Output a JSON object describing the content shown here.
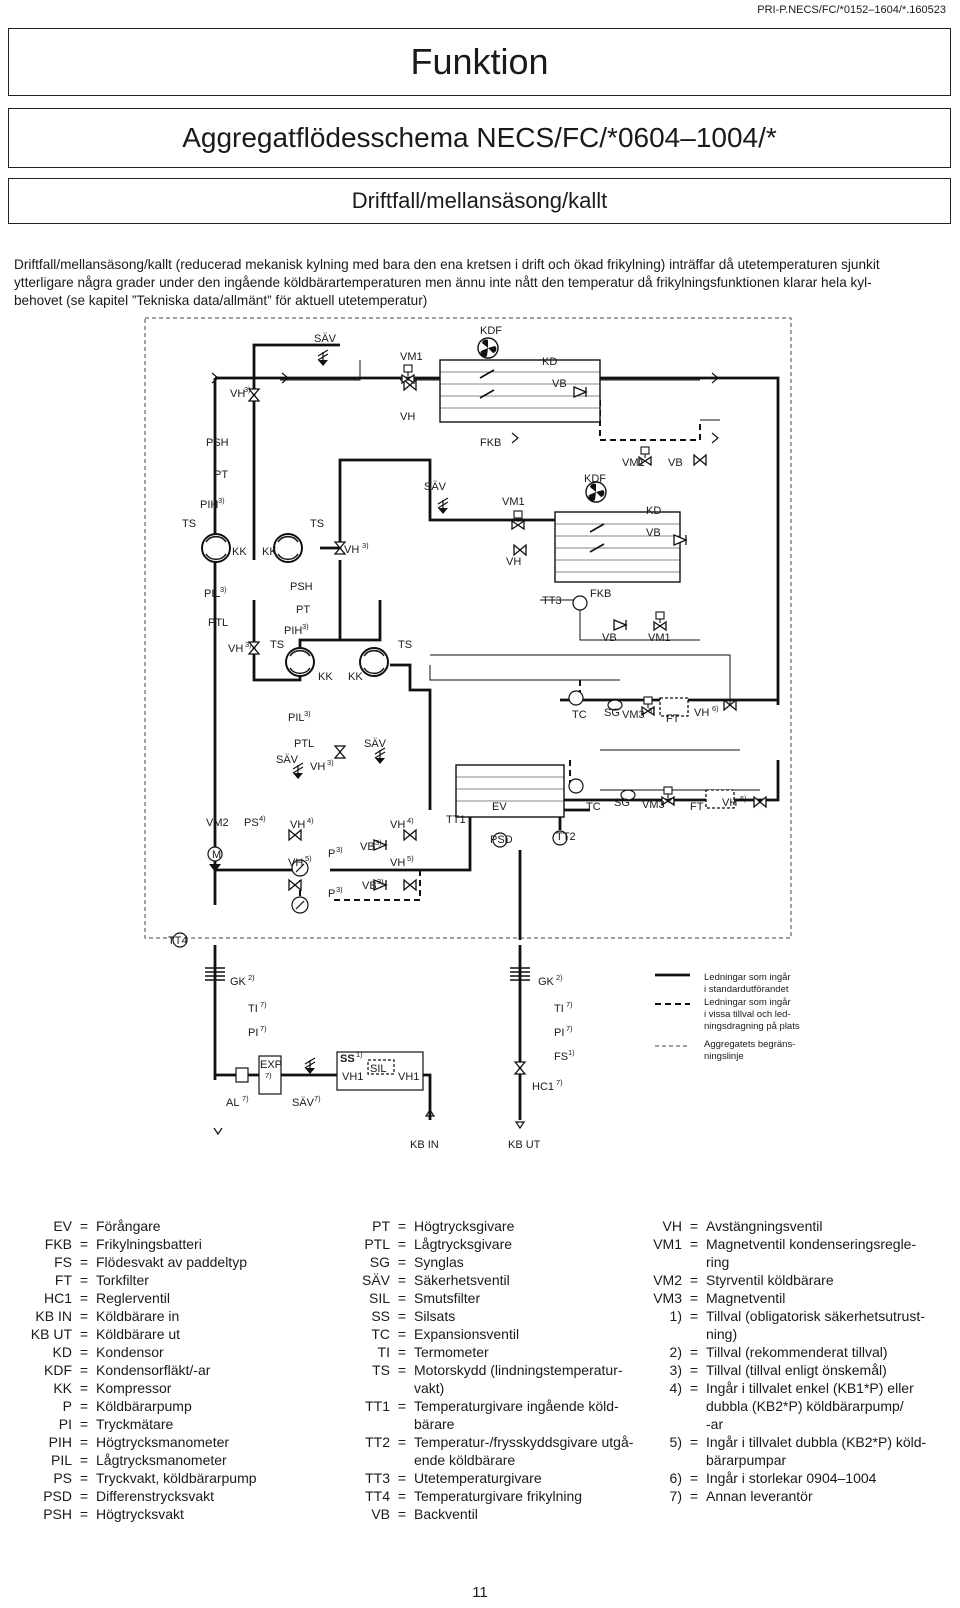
{
  "header": {
    "doc_ref": "PRI-P.NECS/FC/*0152–1604/*.160523",
    "title": "Funktion",
    "subtitle": "Aggregatflödesschema NECS/FC/*0604–1004/*",
    "section": "Driftfall/mellansäsong/kallt"
  },
  "intro": [
    "Driftfall/mellansäsong/kallt (reducerad mekanisk kylning med bara den ena kretsen i drift och ökad frikylning) inträffar då utetemperaturen sjunkit",
    "ytterligare några grader under den ingående köldbärartemperaturen men ännu inte nått den temperatur då frikylningsfunktionen klarar hela kyl-",
    "behovet (se kapitel ”Tekniska data/allmänt” för aktuell utetemperatur)"
  ],
  "diagram": {
    "labels": {
      "sav": "SÄV",
      "vm1": "VM1",
      "vm2": "VM2",
      "vm3": "VM3",
      "vh": "VH",
      "vb": "VB",
      "kdf": "KDF",
      "kd": "KD",
      "fkb": "FKB",
      "psh": "PSH",
      "pt": "PT",
      "pih": "PIH",
      "pil": "PIL",
      "ptl": "PTL",
      "ts": "TS",
      "kk": "KK",
      "tt1": "TT1",
      "tt2": "TT2",
      "tt3": "TT3",
      "tt4": "TT4",
      "tc": "TC",
      "sg": "SG",
      "ft": "FT",
      "ev": "EV",
      "psd": "PSD",
      "ps": "PS",
      "p": "P",
      "gk": "GK",
      "ti": "TI",
      "pi": "PI",
      "exp": "EXP",
      "ss": "SS",
      "sil": "SIL",
      "fs": "FS",
      "hc1": "HC1",
      "al": "AL",
      "kb_in": "KB IN",
      "kb_ut": "KB UT",
      "m": "M"
    },
    "sup": {
      "s1": "1)",
      "s2": "2)",
      "s3": "3)",
      "s4": "4)",
      "s5": "5)",
      "s6": "6)",
      "s7": "7)"
    },
    "legend": {
      "solid": [
        "Ledningar som ingår",
        "i standardutförandet"
      ],
      "dashed": [
        "Ledningar som ingår",
        "i vissa tillval och led-",
        "ningsdragning på plats"
      ],
      "thin": [
        "Aggregatets begräns-",
        "ningslinje"
      ]
    }
  },
  "glossary": {
    "col1": [
      {
        "code": "EV",
        "desc": "Förångare"
      },
      {
        "code": "FKB",
        "desc": "Frikylningsbatteri"
      },
      {
        "code": "FS",
        "desc": "Flödesvakt av paddeltyp"
      },
      {
        "code": "FT",
        "desc": "Torkfilter"
      },
      {
        "code": "HC1",
        "desc": "Reglerventil"
      },
      {
        "code": "KB IN",
        "desc": "Köldbärare in"
      },
      {
        "code": "KB UT",
        "desc": "Köldbärare ut"
      },
      {
        "code": "KD",
        "desc": "Kondensor"
      },
      {
        "code": "KDF",
        "desc": "Kondensorfläkt/-ar"
      },
      {
        "code": "KK",
        "desc": "Kompressor"
      },
      {
        "code": "P",
        "desc": "Köldbärarpump"
      },
      {
        "code": "PI",
        "desc": "Tryckmätare"
      },
      {
        "code": "PIH",
        "desc": "Högtrycksmanometer"
      },
      {
        "code": "PIL",
        "desc": "Lågtrycksmanometer"
      },
      {
        "code": "PS",
        "desc": "Tryckvakt, köldbärarpump"
      },
      {
        "code": "PSD",
        "desc": "Differenstrycksvakt"
      },
      {
        "code": "PSH",
        "desc": "Högtrycksvakt"
      }
    ],
    "col2": [
      {
        "code": "PT",
        "desc": "Högtrycksgivare"
      },
      {
        "code": "PTL",
        "desc": "Lågtrycksgivare"
      },
      {
        "code": "SG",
        "desc": "Synglas"
      },
      {
        "code": "SÄV",
        "desc": "Säkerhetsventil"
      },
      {
        "code": "SIL",
        "desc": "Smutsfilter"
      },
      {
        "code": "SS",
        "desc": "Silsats"
      },
      {
        "code": "TC",
        "desc": "Expansionsventil"
      },
      {
        "code": "TI",
        "desc": "Termometer"
      },
      {
        "code": "TS",
        "desc": "Motorskydd (lindningstemperatur-",
        "desc2": "vakt)"
      },
      {
        "code": "TT1",
        "desc": "Temperaturgivare ingående köld-",
        "desc2": "bärare"
      },
      {
        "code": "TT2",
        "desc": "Temperatur-/frysskyddsgivare utgå-",
        "desc2": "ende köldbärare"
      },
      {
        "code": "TT3",
        "desc": "Utetemperaturgivare"
      },
      {
        "code": "TT4",
        "desc": "Temperaturgivare frikylning"
      },
      {
        "code": "VB",
        "desc": "Backventil"
      }
    ],
    "col3": [
      {
        "code": "VH",
        "desc": "Avstängningsventil"
      },
      {
        "code": "VM1",
        "desc": "Magnetventil kondenseringsregle-",
        "desc2": "ring"
      },
      {
        "code": "VM2",
        "desc": "Styrventil köldbärare"
      },
      {
        "code": "VM3",
        "desc": "Magnetventil"
      },
      {
        "code": "1)",
        "desc": "Tillval (obligatorisk säkerhetsutrust-",
        "desc2": "ning)"
      },
      {
        "code": "2)",
        "desc": "Tillval (rekommenderat tillval)"
      },
      {
        "code": "3)",
        "desc": "Tillval (tillval enligt önskemål)"
      },
      {
        "code": "4)",
        "desc": "Ingår i tillvalet enkel (KB1*P) eller",
        "desc2": "dubbla (KB2*P) köldbärarpump/",
        "desc3": "-ar"
      },
      {
        "code": "5)",
        "desc": "Ingår i tillvalet dubbla (KB2*P) köld-",
        "desc2": "bärarpumpar"
      },
      {
        "code": "6)",
        "desc": "Ingår i storlekar 0904–1004"
      },
      {
        "code": "7)",
        "desc": "Annan leverantör"
      }
    ]
  },
  "page_number": "11"
}
